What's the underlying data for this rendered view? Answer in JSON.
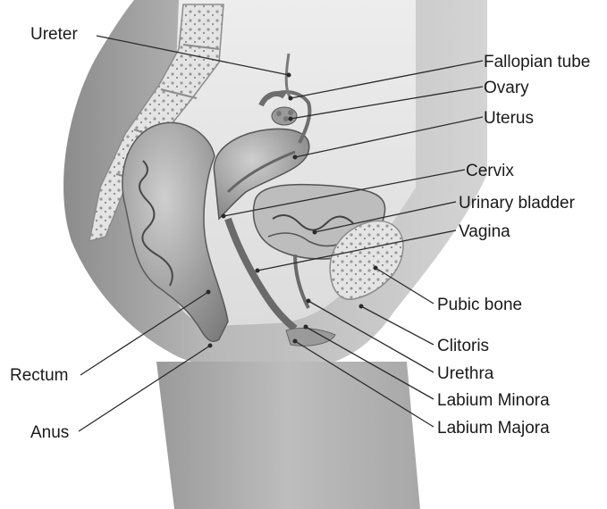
{
  "labels": {
    "ureter": "Ureter",
    "fallopian_tube": "Fallopian tube",
    "ovary": "Ovary",
    "uterus": "Uterus",
    "cervix": "Cervix",
    "urinary_bladder": "Urinary bladder",
    "vagina": "Vagina",
    "pubic_bone": "Pubic bone",
    "clitoris": "Clitoris",
    "urethra": "Urethra",
    "labium_minora": "Labium Minora",
    "labium_majora": "Labium Majora",
    "rectum": "Rectum",
    "anus": "Anus"
  }
}
